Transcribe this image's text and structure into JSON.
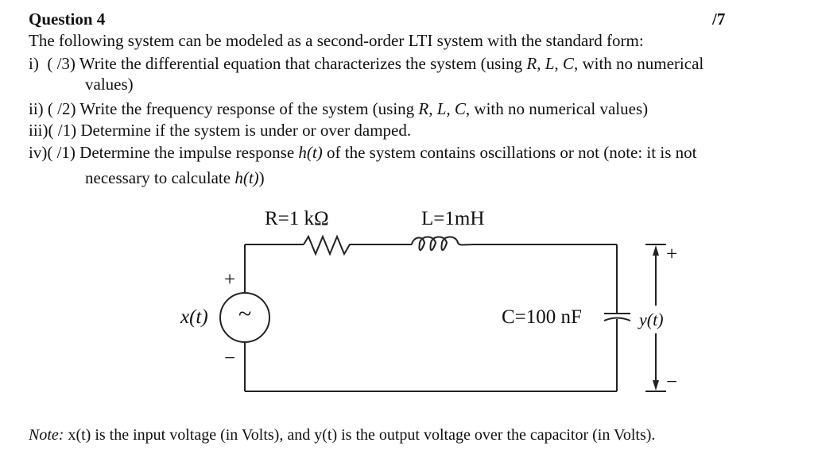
{
  "header": {
    "title": "Question 4",
    "total_marks": "/7"
  },
  "intro": "The following system can be modeled as a second-order LTI system with the standard form:",
  "parts": [
    {
      "num": "i)",
      "marks": "( /3)",
      "text_a": "Write the differential equation that characterizes the system (using ",
      "vars": "R, L, C",
      "text_b": ", with no numerical",
      "cont": "values)"
    },
    {
      "num": "ii)",
      "marks": "( /2)",
      "text_a": "Write the frequency response of the system (using ",
      "vars": "R, L, C",
      "text_b": ", with no numerical values)"
    },
    {
      "num": "iii)",
      "marks": "( /1)",
      "text": "Determine if the system is under or over damped."
    },
    {
      "num": "iv)",
      "marks": "( /1)",
      "text_a": "Determine the impulse response ",
      "func": "h(t)",
      "text_b": " of the system contains oscillations or not (note: it is not",
      "cont_a": "necessary to calculate ",
      "cont_func": "h(t)",
      "cont_b": ")"
    }
  ],
  "circuit": {
    "resistor_label": "R=1 kΩ",
    "inductor_label": "L=1mH",
    "capacitor_label": "C=100 nF",
    "source_label": "x(t)",
    "source_symbol": "~",
    "source_plus": "+",
    "source_minus": "−",
    "output_label": "y(t)",
    "output_plus": "+",
    "output_minus": "−"
  },
  "note": {
    "prefix": "Note:",
    "text": " x(t) is the input voltage (in Volts), and y(t) is the output voltage over the capacitor (in Volts)."
  }
}
